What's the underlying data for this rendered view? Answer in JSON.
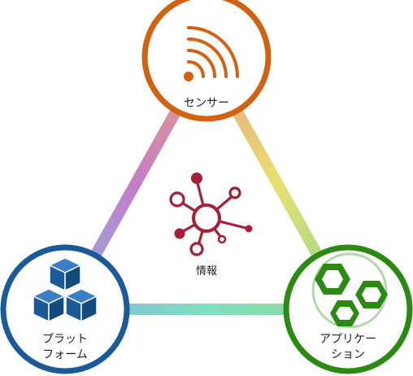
{
  "diagram": {
    "center": {
      "label": "情報",
      "icon": "network-hub-icon"
    },
    "nodes": [
      {
        "id": "sensor",
        "label_lines": [
          "センサー"
        ],
        "icon": "wifi-signal-icon",
        "color": "#d2620f"
      },
      {
        "id": "platform",
        "label_lines": [
          "プラット",
          "フォーム"
        ],
        "icon": "stacked-cubes-icon",
        "color": "#1a5a99"
      },
      {
        "id": "application",
        "label_lines": [
          "アプリケー",
          "ション"
        ],
        "icon": "hex-nuts-icon",
        "color": "#2a8a12"
      }
    ],
    "edges": [
      {
        "from": "sensor",
        "to": "platform",
        "gradient": [
          "#e8a080",
          "#c47cc8",
          "#8ab4e0"
        ]
      },
      {
        "from": "sensor",
        "to": "application",
        "gradient": [
          "#eaa080",
          "#e8e070",
          "#90d890"
        ]
      },
      {
        "from": "platform",
        "to": "application",
        "gradient": [
          "#8ab4e0",
          "#7ee0c0",
          "#90d890"
        ]
      }
    ],
    "colors": {
      "center_icon": "#a81e34"
    }
  }
}
